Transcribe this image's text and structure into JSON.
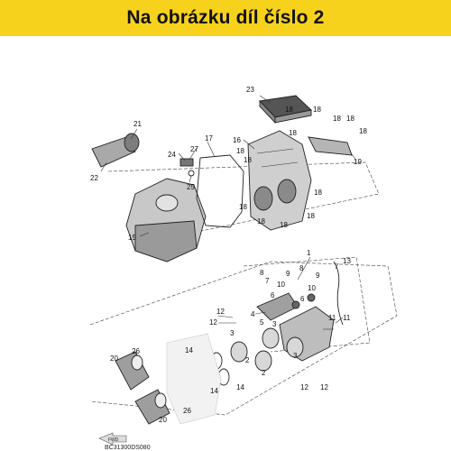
{
  "banner": {
    "text": "Na obrázku díl číslo 2",
    "background": "#f7d21c"
  },
  "diagram": {
    "code": "BC31300DS080",
    "fwd_label": "FWD",
    "callouts": [
      "1",
      "2",
      "3",
      "4",
      "5",
      "6",
      "7",
      "8",
      "9",
      "10",
      "11",
      "12",
      "13",
      "14",
      "15",
      "16",
      "17",
      "18",
      "19",
      "20",
      "21",
      "22",
      "23",
      "24",
      "25",
      "26",
      "27"
    ]
  }
}
